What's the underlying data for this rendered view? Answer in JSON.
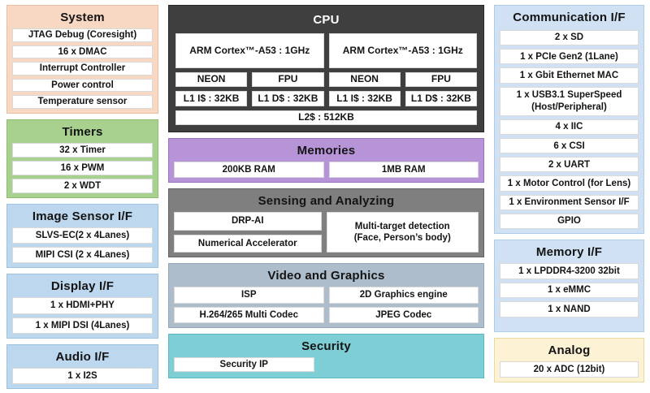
{
  "page": {
    "background": "#ffffff"
  },
  "columns": [
    {
      "name": "left",
      "blocks": [
        {
          "id": "system",
          "title": "System",
          "bg": "#f8d8c3",
          "border": "#edbfa2",
          "rows": [
            {
              "cells": [
                {
                  "t": "JTAG Debug (Coresight)"
                }
              ]
            },
            {
              "cells": [
                {
                  "t": "16 x DMAC"
                }
              ]
            },
            {
              "cells": [
                {
                  "t": "Interrupt Controller"
                }
              ]
            },
            {
              "cells": [
                {
                  "t": "Power control"
                }
              ]
            },
            {
              "cells": [
                {
                  "t": "Temperature sensor"
                }
              ]
            }
          ]
        },
        {
          "id": "timers",
          "title": "Timers",
          "bg": "#a8d08f",
          "border": "#8ebf6e",
          "rows": [
            {
              "cells": [
                {
                  "t": "32 x Timer"
                }
              ]
            },
            {
              "cells": [
                {
                  "t": "16 x PWM"
                }
              ]
            },
            {
              "cells": [
                {
                  "t": "2 x WDT"
                }
              ]
            }
          ]
        },
        {
          "id": "image-sensor-if",
          "title": "Image Sensor I/F",
          "bg": "#bdd7ee",
          "border": "#9cc2e0",
          "rows": [
            {
              "cells": [
                {
                  "t": "SLVS-EC(2 x 4Lanes)"
                }
              ]
            },
            {
              "cells": [
                {
                  "t": "MIPI CSI (2 x 4Lanes)"
                }
              ]
            }
          ]
        },
        {
          "id": "display-if",
          "title": "Display I/F",
          "bg": "#bdd7ee",
          "border": "#9cc2e0",
          "rows": [
            {
              "cells": [
                {
                  "t": "1 x HDMI+PHY"
                }
              ]
            },
            {
              "cells": [
                {
                  "t": "1 x MIPI DSI (4Lanes)"
                }
              ]
            }
          ]
        },
        {
          "id": "audio-if",
          "title": "Audio I/F",
          "bg": "#bdd7ee",
          "border": "#9cc2e0",
          "rows": [
            {
              "cells": [
                {
                  "t": "1 x I2S"
                }
              ]
            }
          ]
        }
      ]
    },
    {
      "name": "center",
      "blocks": [
        {
          "id": "cpu",
          "title": "CPU",
          "bg": "#3f3f3f",
          "border": "#262626",
          "title_color": "#ffffff",
          "rows": [
            {
              "h": 2.3,
              "cells": [
                {
                  "t": "ARM Cortex™-A53  : 1GHz"
                },
                {
                  "t": "ARM Cortex™-A53  : 1GHz"
                }
              ]
            },
            {
              "cells": [
                {
                  "t": "NEON"
                },
                {
                  "t": "FPU"
                },
                {
                  "t": "NEON"
                },
                {
                  "t": "FPU"
                }
              ]
            },
            {
              "cells": [
                {
                  "t": "L1 I$ : 32KB"
                },
                {
                  "t": "L1 D$ : 32KB"
                },
                {
                  "t": "L1 I$ : 32KB"
                },
                {
                  "t": "L1 D$ : 32KB"
                }
              ]
            },
            {
              "cells": [
                {
                  "t": "L2$ : 512KB"
                }
              ]
            }
          ]
        },
        {
          "id": "memories",
          "title": "Memories",
          "bg": "#b794d8",
          "border": "#9b72c4",
          "rows": [
            {
              "cells": [
                {
                  "t": "200KB RAM"
                },
                {
                  "t": "1MB RAM"
                }
              ]
            }
          ]
        },
        {
          "id": "sensing",
          "title": "Sensing and Analyzing",
          "bg": "#7f7f7f",
          "border": "#616161",
          "rows": [
            {
              "cells": [
                {
                  "stack": [
                    "DRP-AI",
                    "Numerical Accelerator"
                  ]
                },
                {
                  "t": "Multi-target detection\n(Face, Person’s body)"
                }
              ]
            }
          ]
        },
        {
          "id": "video-graphics",
          "title": "Video and Graphics",
          "bg": "#aebdcc",
          "border": "#92a6ba",
          "rows": [
            {
              "cells": [
                {
                  "t": "ISP"
                },
                {
                  "t": "2D Graphics engine"
                }
              ]
            },
            {
              "cells": [
                {
                  "t": "H.264/265 Multi Codec"
                },
                {
                  "t": "JPEG Codec"
                }
              ]
            }
          ]
        },
        {
          "id": "security",
          "title": "Security",
          "bg": "#7dced5",
          "border": "#5bb8c0",
          "rows": [
            {
              "cells": [
                {
                  "t": "Security IP",
                  "w": "46%"
                },
                {
                  "blank": true
                }
              ]
            }
          ]
        }
      ]
    },
    {
      "name": "right",
      "blocks": [
        {
          "id": "communication-if",
          "title": "Communication I/F",
          "bg": "#cfe1f3",
          "border": "#aecbe8",
          "rows": [
            {
              "cells": [
                {
                  "t": "2 x SD"
                }
              ]
            },
            {
              "cells": [
                {
                  "t": "1 x PCIe Gen2 (1Lane)"
                }
              ]
            },
            {
              "cells": [
                {
                  "t": "1 x Gbit Ethernet MAC"
                }
              ]
            },
            {
              "h": 1.9,
              "cells": [
                {
                  "t": "1 x USB3.1 SuperSpeed\n(Host/Peripheral)"
                }
              ]
            },
            {
              "cells": [
                {
                  "t": "4 x IIC"
                }
              ]
            },
            {
              "cells": [
                {
                  "t": "6 x CSI"
                }
              ]
            },
            {
              "cells": [
                {
                  "t": "2 x UART"
                }
              ]
            },
            {
              "cells": [
                {
                  "t": "1 x Motor Control (for Lens)"
                }
              ]
            },
            {
              "cells": [
                {
                  "t": "1 x Environment Sensor I/F"
                }
              ]
            },
            {
              "cells": [
                {
                  "t": "GPIO"
                }
              ]
            }
          ]
        },
        {
          "id": "memory-if",
          "title": "Memory I/F",
          "bg": "#cfe1f3",
          "border": "#aecbe8",
          "rows": [
            {
              "cells": [
                {
                  "t": "1 x LPDDR4-3200 32bit"
                }
              ]
            },
            {
              "cells": [
                {
                  "t": "1 x eMMC"
                }
              ]
            },
            {
              "cells": [
                {
                  "t": "1 x NAND"
                }
              ]
            }
          ]
        },
        {
          "id": "analog",
          "title": "Analog",
          "bg": "#fdf2d3",
          "border": "#eBd9a2",
          "rows": [
            {
              "cells": [
                {
                  "t": "20 x ADC (12bit)"
                }
              ]
            }
          ]
        }
      ]
    }
  ]
}
